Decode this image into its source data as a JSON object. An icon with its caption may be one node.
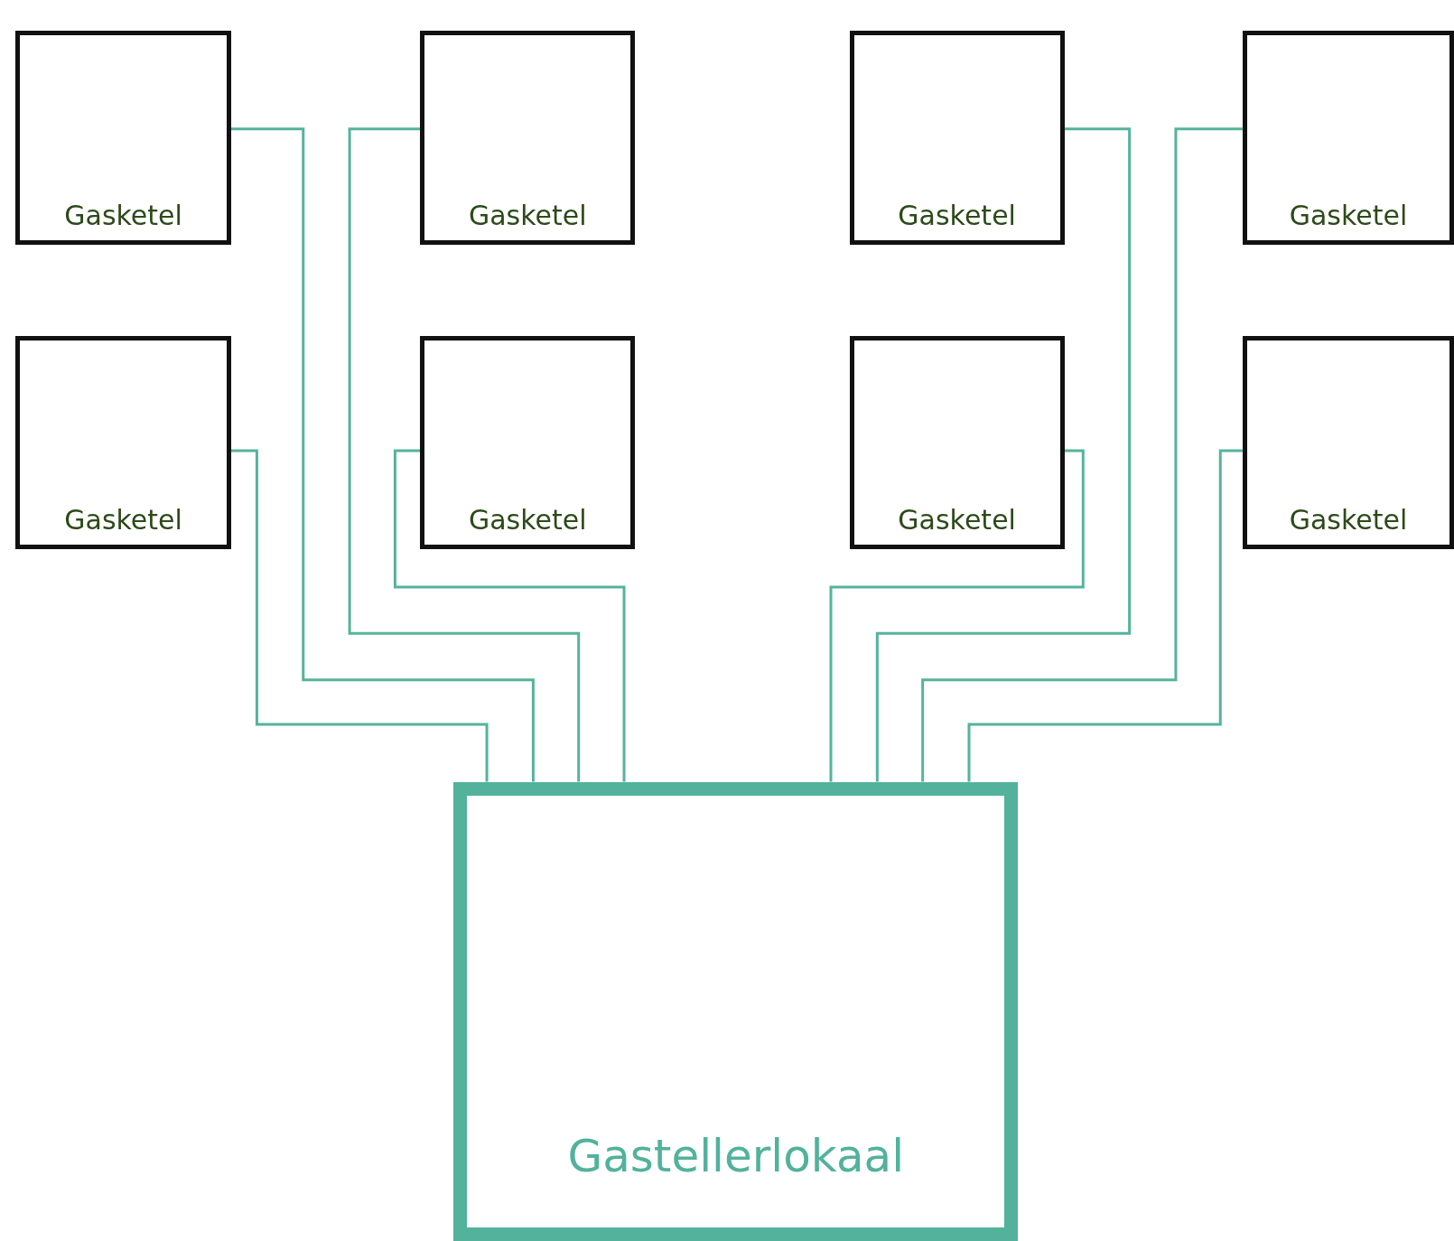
{
  "diagram": {
    "nodes": [
      {
        "text": [
          "Gasketel"
        ]
      },
      {
        "text": [
          "Gasketel"
        ]
      },
      {
        "text": [
          "Gasketel"
        ]
      },
      {
        "text": [
          "Gasketel"
        ]
      },
      {
        "text": [
          "Gasketel"
        ]
      },
      {
        "text": [
          "Gasketel"
        ]
      },
      {
        "text": [
          "Gasketel"
        ]
      },
      {
        "text": [
          "Gasketel"
        ]
      },
      {
        "text": [
          "Gastellerlokaal"
        ]
      }
    ],
    "edges": [
      {
        "from": 0,
        "to": 8,
        "arrow": "none"
      },
      {
        "from": 1,
        "to": 8,
        "arrow": "none"
      },
      {
        "from": 2,
        "to": 8,
        "arrow": "none"
      },
      {
        "from": 3,
        "to": 8,
        "arrow": "none"
      },
      {
        "from": 4,
        "to": 8,
        "arrow": "none"
      },
      {
        "from": 5,
        "to": 8,
        "arrow": "none"
      },
      {
        "from": 6,
        "to": 8,
        "arrow": "none"
      },
      {
        "from": 7,
        "to": 8,
        "arrow": "none"
      }
    ]
  }
}
